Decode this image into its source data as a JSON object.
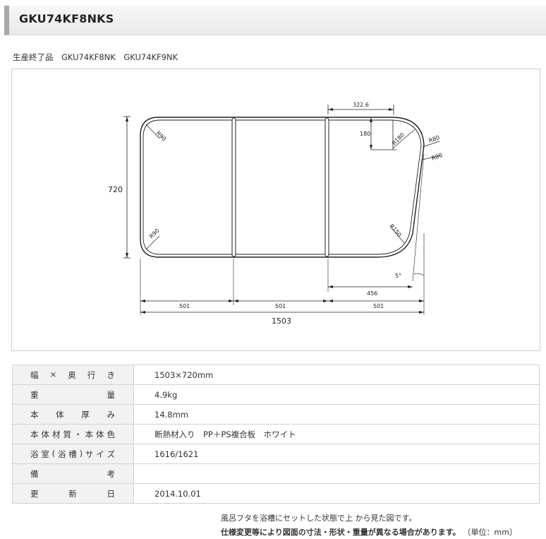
{
  "header": {
    "title": "GKU74KF8NKS"
  },
  "discontinued": {
    "label": "生産終了品",
    "models": [
      "GKU74KF8NK",
      "GKU74KF9NK"
    ]
  },
  "diagram": {
    "dims": {
      "height": "720",
      "total_width": "1503",
      "panel_widths": [
        "501",
        "501",
        "501"
      ],
      "notch_width": "322.6",
      "notch_depth": "180",
      "bottom_right": "456",
      "angle": "5°",
      "radii": [
        "R90",
        "R90",
        "R180",
        "R80",
        "R80",
        "R150"
      ]
    }
  },
  "spec": {
    "rows": [
      {
        "key": "幅×奥行き",
        "value": "1503×720mm"
      },
      {
        "key": "重量",
        "value": "4.9kg"
      },
      {
        "key": "本体厚み",
        "value": "14.8mm"
      },
      {
        "key": "本体材質・本体色",
        "value": "断熱材入り　PP＋PS複合板　ホワイト"
      },
      {
        "key": "浴室(浴槽)サイズ",
        "value": "1616/1621"
      },
      {
        "key": "備考",
        "value": ""
      },
      {
        "key": "更新日",
        "value": "2014.10.01"
      }
    ]
  },
  "notes": {
    "line1": "風呂フタを浴槽にセットした状態で上 から見た図です。",
    "line2": "仕様変更等により図面の寸法・形状・重量が異なる場合があります。",
    "unit": "〔単位：mm〕"
  }
}
